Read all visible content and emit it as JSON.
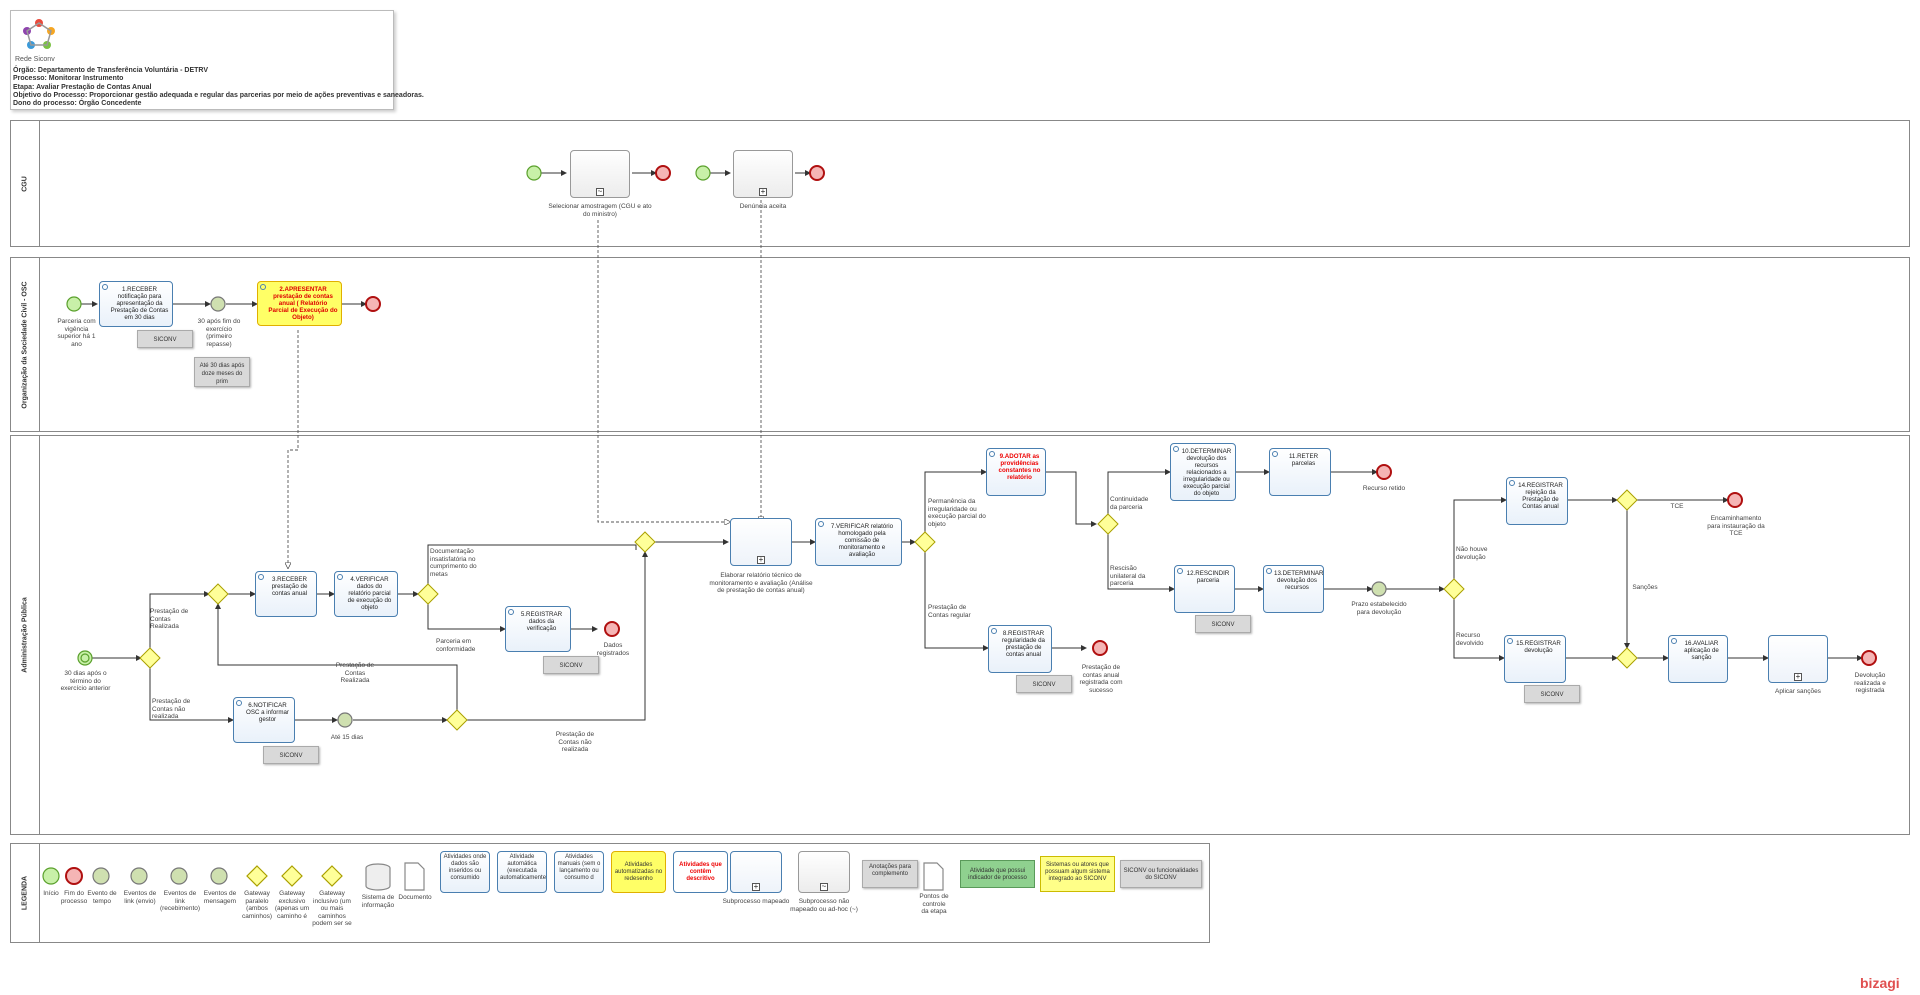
{
  "header": {
    "brand": "Rede Siconv",
    "lines": [
      "Órgão: Departamento de Transferência Voluntária - DETRV",
      "Processo: Monitorar Instrumento",
      "Etapa: Avaliar Prestação de Contas Anual",
      "Objetivo do Processo: Proporcionar gestão adequada e regular das parcerias por meio de ações preventivas e saneadoras.",
      "Dono do processo: Órgão Concedente"
    ]
  },
  "pools": {
    "cgu": "CGU",
    "osc": "Organização da Sociedade Civil - OSC",
    "admin": "Administração Pública",
    "legend": "LEGENDA"
  },
  "cgu": {
    "t_amostragem": "Selecionar amostragem (CGU e ato do ministro)",
    "t_denuncia": "Denúncia aceita"
  },
  "osc": {
    "start_label": "Parceria com vigência superior há 1 ano",
    "t1": "1.RECEBER notificação para apresentação da Prestação de Contas em 30 dias",
    "doc1": "SICONV",
    "timer_label": "30 após fim do exercício (primeiro repasse)",
    "note": "Até 30 dias após doze meses do prim",
    "t2": "2.APRESENTAR prestação de contas anual ( Relatório Parcial de Execução do Objeto)"
  },
  "admin": {
    "start_label": "30 dias após o término do exercício anterior",
    "g1_top": "Prestação de Contas Realizada",
    "g1_bottom": "Prestação de Contas não realizada",
    "t3": "3.RECEBER prestação de contas anual",
    "t4": "4.VERIFICAR dados do relatório parcial de execução do objeto",
    "g2_top": "Documentação insatisfatória no cumprimento do metas",
    "g2_bottom": "Parceria em conformidade",
    "t5": "5.REGISTRAR dados da verificação",
    "doc5": "SICONV",
    "end5": "Dados registrados",
    "t6": "6.NOTIFICAR OSC a informar gestor",
    "doc6": "SICONV",
    "timer15": "Até 15 dias",
    "g3_top": "Prestação de Contas Realizada",
    "g3_bottom": "Prestação de Contas não realizada",
    "t_elaborar": "Elaborar relatório técnico de monitoramento e avaliação (Análise de prestação de contas anual)",
    "t7": "7.VERIFICAR relatório homologado pela comissão de monitoramento e avaliação",
    "g4_top": "Permanência da irregularidade ou execução parcial do objeto",
    "g4_bottom": "Prestação de Contas regular",
    "t8": "8.REGISTRAR regularidade da prestação de contas anual",
    "doc8": "SICONV",
    "end8": "Prestação de contas anual registrada com sucesso",
    "t9": "9.ADOTAR as providências constantes no relatório",
    "g5_top": "Continuidade da parceria",
    "g5_bottom": "Rescisão unilateral da parceria",
    "t10": "10.DETERMINAR devolução dos recursos relacionados a irregularidade ou execução parcial do objeto",
    "t11": "11.RETER parcelas",
    "end11": "Recurso retido",
    "t12": "12.RESCINDIR parceria",
    "doc12": "SICONV",
    "t13": "13.DETERMINAR devolução dos recursos",
    "timer_prazo": "Prazo estabelecido para devolução",
    "g6_top": "Não houve devolução",
    "g6_bottom": "Recurso devolvido",
    "t14": "14.REGISTRAR rejeição da Prestação de Contas anual",
    "g7_top": "TCE",
    "g7_bottom": "Sanções",
    "end_tce": "Encaminhamento para instauração da TCE",
    "t15": "15.REGISTRAR devolução",
    "doc15": "SICONV",
    "t16": "16.AVALIAR aplicação de sanção",
    "t_sancoes": "Aplicar sanções",
    "end_final": "Devolução realizada e registrada"
  },
  "legend": {
    "start": "Início",
    "end": "Fim do processo",
    "timer": "Evento de tempo",
    "link_send": "Eventos de link (envio)",
    "link_recv": "Eventos de link (recebimento)",
    "message": "Eventos de mensagem",
    "gw_parallel": "Gateway paralelo (ambos caminhos)",
    "gw_exclusive": "Gateway exclusivo (apenas um caminho é",
    "gw_inclusive": "Gateway inclusivo (um ou mais caminhos podem ser se",
    "system": "Sistema de informação",
    "document": "Documento",
    "act_data": "Atividades onde dados são inseridos ou consumido",
    "act_auto": "Atividade automática (executada automaticamente",
    "act_manual": "Atividades manuais (sem o lançamento ou consumo d",
    "act_automated_redesign": "Atividades automatizadas no redesenho",
    "act_descriptive": "Atividades que contêm descritivo",
    "sub_mapped": "Subprocesso mapeado",
    "sub_unmapped": "Subprocesso não mapeado ou ad-hoc (~)",
    "annotations": "Anotações para complemento",
    "checkpoints": "Pontos de controle da etapa",
    "indicator": "Atividade que possui indicador de processo",
    "systems_integrated": "Sistemas ou atores que possuam algum sistema integrado ao SICONV",
    "siconv_funcs": "SICONV ou funcionalidades do SICONV"
  },
  "footer": {
    "brand": "bizagi"
  }
}
